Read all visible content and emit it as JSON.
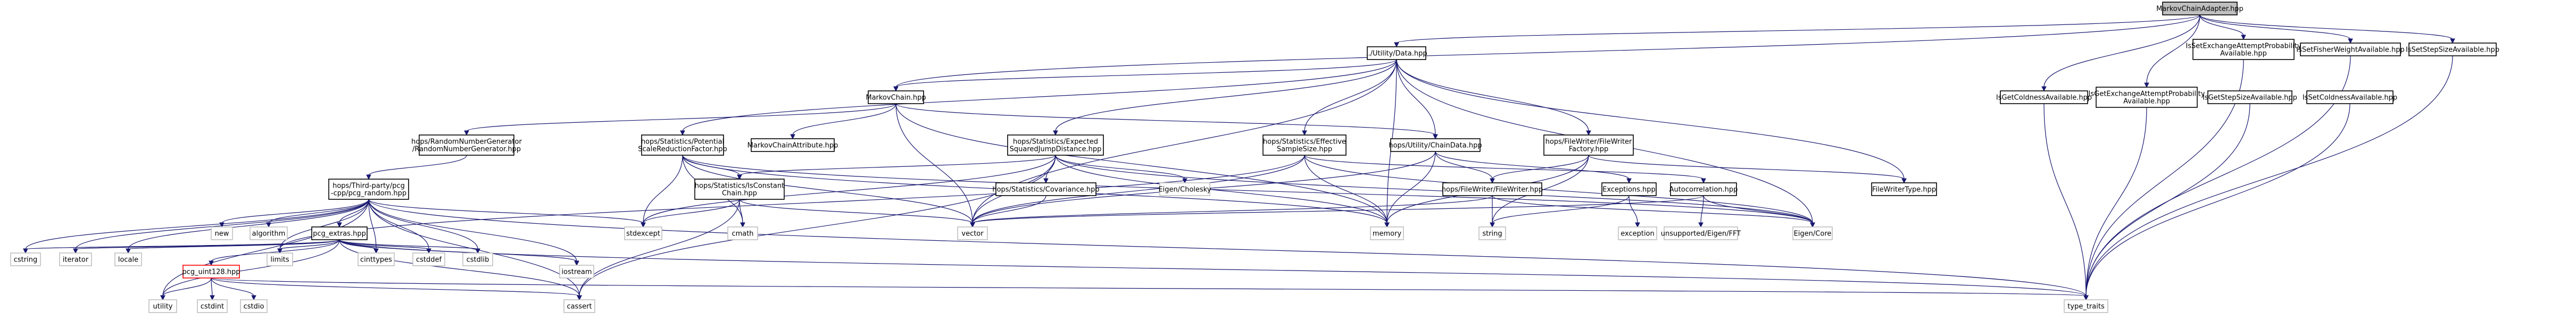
{
  "diagram": {
    "root": "MarkovChainAdapter.hpp",
    "colors": {
      "edge": "#191970",
      "box_border": "#000000",
      "box_fill": "#ffffff",
      "root_fill": "#bfbfbf",
      "missing_border": "#bfbfbf",
      "missing_text": "#555555",
      "external_text": "#404040"
    },
    "nodes": [
      {
        "id": "root",
        "lines": [
          "MarkovChainAdapter.hpp"
        ],
        "style": "root"
      },
      {
        "id": "utilData",
        "lines": [
          "../Utility/Data.hpp"
        ],
        "style": "box"
      },
      {
        "id": "isGetCold",
        "lines": [
          "IsGetColdnessAvailable.hpp"
        ],
        "style": "box"
      },
      {
        "id": "isGetExch",
        "lines": [
          "IsGetExchangeAttemptProbability",
          "Available.hpp"
        ],
        "style": "box"
      },
      {
        "id": "isSetExch",
        "lines": [
          "IsSetExchangeAttemptProbability",
          "Available.hpp"
        ],
        "style": "box"
      },
      {
        "id": "isSetFisher",
        "lines": [
          "IsSetFisherWeightAvailable.hpp"
        ],
        "style": "box"
      },
      {
        "id": "isSetStep",
        "lines": [
          "IsSetStepSizeAvailable.hpp"
        ],
        "style": "box"
      },
      {
        "id": "isGetStep",
        "lines": [
          "IsGetStepSizeAvailable.hpp"
        ],
        "style": "box"
      },
      {
        "id": "isSetCold",
        "lines": [
          "IsSetColdnessAvailable.hpp"
        ],
        "style": "box"
      },
      {
        "id": "markovChain",
        "lines": [
          "MarkovChain.hpp"
        ],
        "style": "box"
      },
      {
        "id": "psrf",
        "lines": [
          "hops/Statistics/Potential",
          "ScaleReductionFactor.hpp"
        ],
        "style": "box"
      },
      {
        "id": "esjd",
        "lines": [
          "hops/Statistics/Expected",
          "SquaredJumpDistance.hpp"
        ],
        "style": "box"
      },
      {
        "id": "ess",
        "lines": [
          "hops/Statistics/Effective",
          "SampleSize.hpp"
        ],
        "style": "box"
      },
      {
        "id": "chainData",
        "lines": [
          "hops/Utility/ChainData.hpp"
        ],
        "style": "box"
      },
      {
        "id": "fwFactory",
        "lines": [
          "hops/FileWriter/FileWriter",
          "Factory.hpp"
        ],
        "style": "box"
      },
      {
        "id": "rngRandom",
        "lines": [
          "hops/RandomNumberGenerator",
          "/RandomNumberGenerator.hpp"
        ],
        "style": "box"
      },
      {
        "id": "mcAttr",
        "lines": [
          "MarkovChainAttribute.hpp"
        ],
        "style": "box"
      },
      {
        "id": "pcgRandom",
        "lines": [
          "hops/Third-party/pcg",
          "-cpp/pcg_random.hpp"
        ],
        "style": "box"
      },
      {
        "id": "isConstant",
        "lines": [
          "hops/Statistics/IsConstant",
          "Chain.hpp"
        ],
        "style": "box"
      },
      {
        "id": "covariance",
        "lines": [
          "hops/Statistics/Covariance.hpp"
        ],
        "style": "box"
      },
      {
        "id": "eigenChol",
        "lines": [
          "Eigen/Cholesky"
        ],
        "style": "external"
      },
      {
        "id": "fileWriter",
        "lines": [
          "hops/FileWriter/FileWriter.hpp"
        ],
        "style": "box"
      },
      {
        "id": "exceptions",
        "lines": [
          "Exceptions.hpp"
        ],
        "style": "box"
      },
      {
        "id": "autocorr",
        "lines": [
          "Autocorrelation.hpp"
        ],
        "style": "box"
      },
      {
        "id": "fwType",
        "lines": [
          "FileWriterType.hpp"
        ],
        "style": "box"
      },
      {
        "id": "pcgExtras",
        "lines": [
          "pcg_extras.hpp"
        ],
        "style": "box"
      },
      {
        "id": "pcgUint128",
        "lines": [
          "pcg_uint128.hpp"
        ],
        "style": "missing"
      },
      {
        "id": "stdexcept",
        "lines": [
          "stdexcept"
        ],
        "style": "external"
      },
      {
        "id": "cmath",
        "lines": [
          "cmath"
        ],
        "style": "external"
      },
      {
        "id": "vector",
        "lines": [
          "vector"
        ],
        "style": "external"
      },
      {
        "id": "memory",
        "lines": [
          "memory"
        ],
        "style": "external"
      },
      {
        "id": "string",
        "lines": [
          "string"
        ],
        "style": "external"
      },
      {
        "id": "eigenCore",
        "lines": [
          "Eigen/Core"
        ],
        "style": "external"
      },
      {
        "id": "exception",
        "lines": [
          "exception"
        ],
        "style": "external"
      },
      {
        "id": "eigenFFT",
        "lines": [
          "unsupported/Eigen/FFT"
        ],
        "style": "external"
      },
      {
        "id": "new",
        "lines": [
          "new"
        ],
        "style": "external"
      },
      {
        "id": "algorithm",
        "lines": [
          "algorithm"
        ],
        "style": "external"
      },
      {
        "id": "limits",
        "lines": [
          "limits"
        ],
        "style": "external"
      },
      {
        "id": "cinttypes",
        "lines": [
          "cinttypes"
        ],
        "style": "external"
      },
      {
        "id": "cstddef",
        "lines": [
          "cstddef"
        ],
        "style": "external"
      },
      {
        "id": "cstdlib",
        "lines": [
          "cstdlib"
        ],
        "style": "external"
      },
      {
        "id": "iostream",
        "lines": [
          "iostream"
        ],
        "style": "external"
      },
      {
        "id": "cstring",
        "lines": [
          "cstring"
        ],
        "style": "external"
      },
      {
        "id": "iterator",
        "lines": [
          "iterator"
        ],
        "style": "external"
      },
      {
        "id": "locale",
        "lines": [
          "locale"
        ],
        "style": "external"
      },
      {
        "id": "utility",
        "lines": [
          "utility"
        ],
        "style": "external"
      },
      {
        "id": "cstdint",
        "lines": [
          "cstdint"
        ],
        "style": "external"
      },
      {
        "id": "cstdio",
        "lines": [
          "cstdio"
        ],
        "style": "external"
      },
      {
        "id": "cassert",
        "lines": [
          "cassert"
        ],
        "style": "external"
      },
      {
        "id": "typeTraits",
        "lines": [
          "type_traits"
        ],
        "style": "external"
      }
    ],
    "edges": [
      [
        "root",
        "utilData"
      ],
      [
        "root",
        "isGetCold"
      ],
      [
        "root",
        "isGetExch"
      ],
      [
        "root",
        "isSetExch"
      ],
      [
        "root",
        "isSetFisher"
      ],
      [
        "root",
        "isSetStep"
      ],
      [
        "root",
        "markovChain"
      ],
      [
        "utilData",
        "markovChain"
      ],
      [
        "utilData",
        "psrf"
      ],
      [
        "utilData",
        "esjd"
      ],
      [
        "utilData",
        "ess"
      ],
      [
        "utilData",
        "chainData"
      ],
      [
        "utilData",
        "fwFactory"
      ],
      [
        "utilData",
        "fwType"
      ],
      [
        "utilData",
        "vector"
      ],
      [
        "utilData",
        "memory"
      ],
      [
        "utilData",
        "eigenCore"
      ],
      [
        "markovChain",
        "rngRandom"
      ],
      [
        "markovChain",
        "mcAttr"
      ],
      [
        "markovChain",
        "chainData"
      ],
      [
        "markovChain",
        "vector"
      ],
      [
        "markovChain",
        "memory"
      ],
      [
        "rngRandom",
        "pcgRandom"
      ],
      [
        "psrf",
        "isConstant"
      ],
      [
        "psrf",
        "stdexcept"
      ],
      [
        "psrf",
        "cmath"
      ],
      [
        "psrf",
        "vector"
      ],
      [
        "psrf",
        "memory"
      ],
      [
        "psrf",
        "eigenCore"
      ],
      [
        "esjd",
        "isConstant"
      ],
      [
        "esjd",
        "covariance"
      ],
      [
        "esjd",
        "eigenChol"
      ],
      [
        "esjd",
        "stdexcept"
      ],
      [
        "esjd",
        "vector"
      ],
      [
        "esjd",
        "memory"
      ],
      [
        "esjd",
        "cassert"
      ],
      [
        "esjd",
        "eigenCore"
      ],
      [
        "ess",
        "autocorr"
      ],
      [
        "ess",
        "vector"
      ],
      [
        "ess",
        "memory"
      ],
      [
        "ess",
        "limits"
      ],
      [
        "ess",
        "eigenCore"
      ],
      [
        "chainData",
        "fileWriter"
      ],
      [
        "chainData",
        "exceptions"
      ],
      [
        "chainData",
        "vector"
      ],
      [
        "chainData",
        "memory"
      ],
      [
        "fwFactory",
        "fileWriter"
      ],
      [
        "fwFactory",
        "fwType"
      ],
      [
        "fwFactory",
        "memory"
      ],
      [
        "fwFactory",
        "string"
      ],
      [
        "isConstant",
        "stdexcept"
      ],
      [
        "isConstant",
        "cmath"
      ],
      [
        "isConstant",
        "vector"
      ],
      [
        "isConstant",
        "cassert"
      ],
      [
        "covariance",
        "vector"
      ],
      [
        "fileWriter",
        "vector"
      ],
      [
        "fileWriter",
        "string"
      ],
      [
        "fileWriter",
        "eigenCore"
      ],
      [
        "exceptions",
        "exception"
      ],
      [
        "exceptions",
        "string"
      ],
      [
        "autocorr",
        "eigenCore"
      ],
      [
        "autocorr",
        "eigenFFT"
      ],
      [
        "autocorr",
        "vector"
      ],
      [
        "pcgRandom",
        "new"
      ],
      [
        "pcgRandom",
        "algorithm"
      ],
      [
        "pcgRandom",
        "pcgExtras"
      ],
      [
        "pcgRandom",
        "stdexcept"
      ],
      [
        "pcgRandom",
        "limits"
      ],
      [
        "pcgRandom",
        "cinttypes"
      ],
      [
        "pcgRandom",
        "cstddef"
      ],
      [
        "pcgRandom",
        "cstdlib"
      ],
      [
        "pcgRandom",
        "iostream"
      ],
      [
        "pcgRandom",
        "cstring"
      ],
      [
        "pcgRandom",
        "iterator"
      ],
      [
        "pcgRandom",
        "locale"
      ],
      [
        "pcgRandom",
        "utility"
      ],
      [
        "pcgRandom",
        "cassert"
      ],
      [
        "pcgRandom",
        "typeTraits"
      ],
      [
        "pcgExtras",
        "pcgUint128"
      ],
      [
        "pcgExtras",
        "cinttypes"
      ],
      [
        "pcgExtras",
        "cstddef"
      ],
      [
        "pcgExtras",
        "cstdlib"
      ],
      [
        "pcgExtras",
        "iostream"
      ],
      [
        "pcgExtras",
        "cstring"
      ],
      [
        "pcgExtras",
        "iterator"
      ],
      [
        "pcgExtras",
        "locale"
      ],
      [
        "pcgExtras",
        "utility"
      ],
      [
        "pcgExtras",
        "limits"
      ],
      [
        "pcgExtras",
        "cassert"
      ],
      [
        "pcgExtras",
        "typeTraits"
      ],
      [
        "pcgUint128",
        "utility"
      ],
      [
        "pcgUint128",
        "cstdint"
      ],
      [
        "pcgUint128",
        "cstdio"
      ],
      [
        "pcgUint128",
        "cassert"
      ],
      [
        "pcgUint128",
        "typeTraits"
      ],
      [
        "isGetCold",
        "typeTraits"
      ],
      [
        "isGetExch",
        "typeTraits"
      ],
      [
        "isSetExch",
        "typeTraits"
      ],
      [
        "isSetFisher",
        "typeTraits"
      ],
      [
        "isSetStep",
        "typeTraits"
      ],
      [
        "isGetStep",
        "typeTraits"
      ],
      [
        "isSetCold",
        "typeTraits"
      ]
    ]
  }
}
